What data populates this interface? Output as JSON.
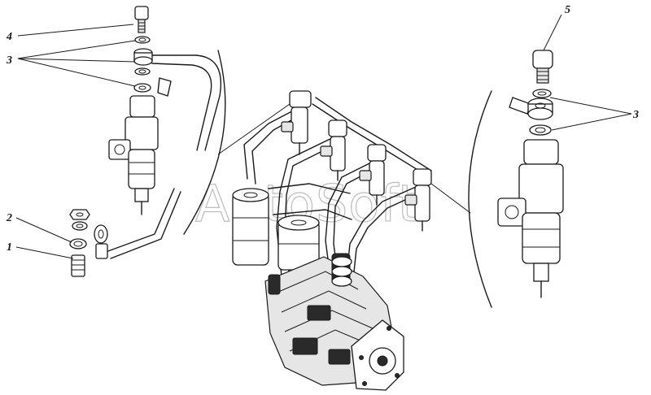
{
  "callouts": {
    "c1": "1",
    "c2": "2",
    "c3_left": "3",
    "c3_right": "3",
    "c4": "4",
    "c5": "5"
  },
  "watermark": "AutoSoft"
}
